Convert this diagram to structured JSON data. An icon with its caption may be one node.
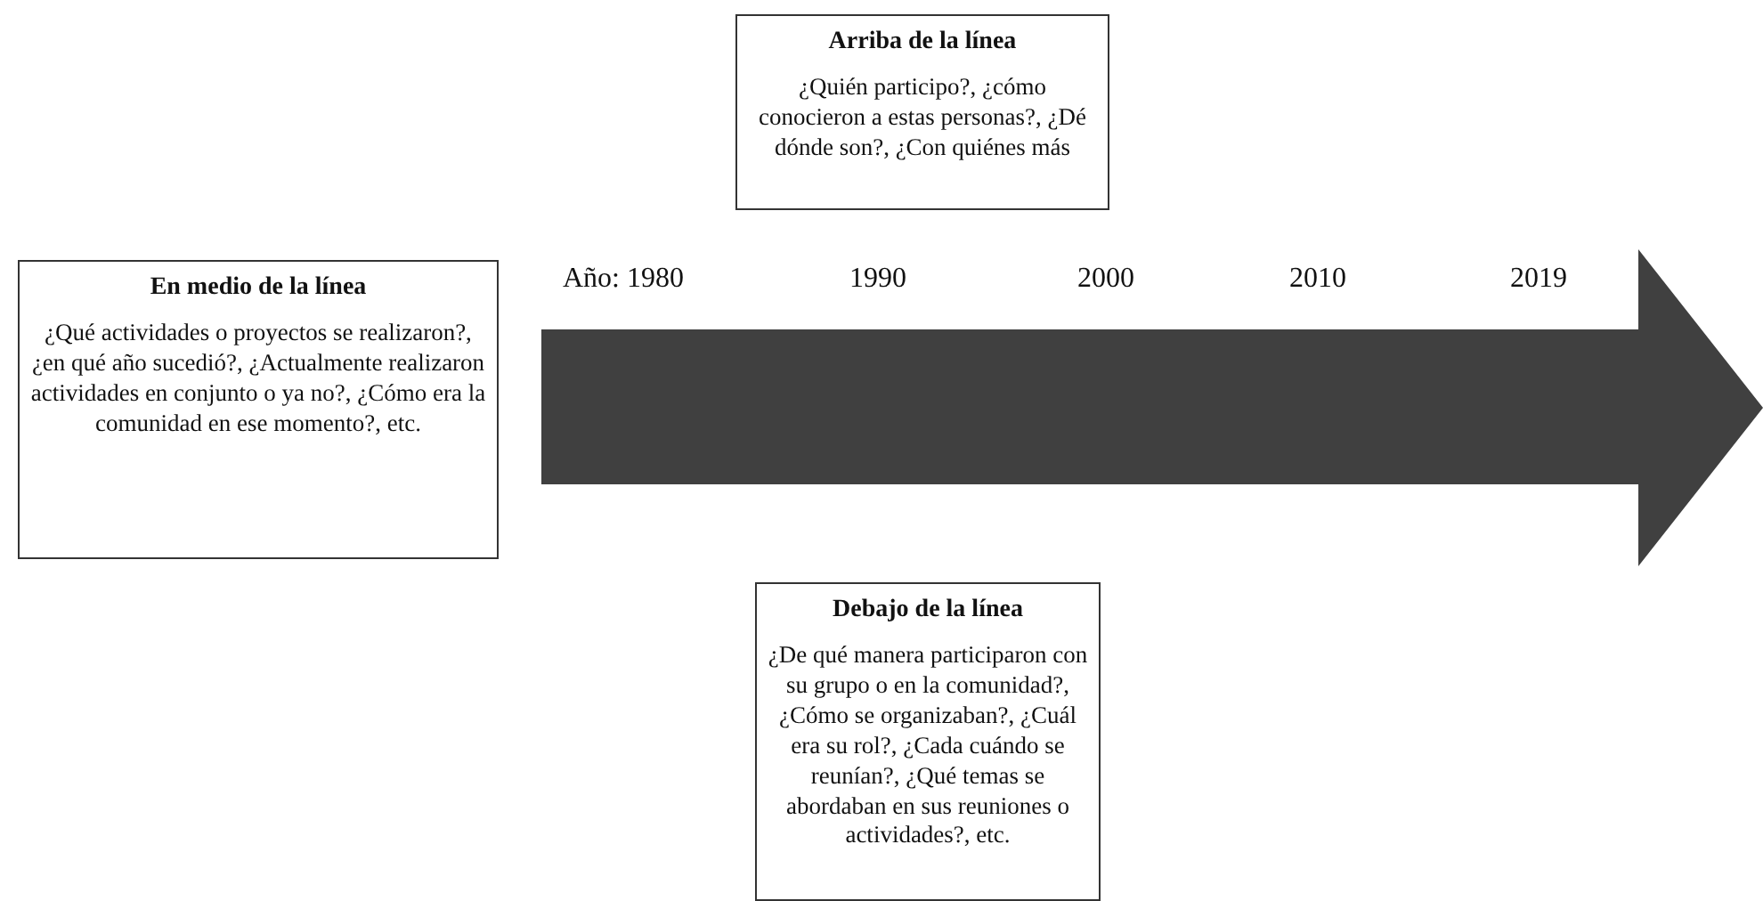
{
  "diagram": {
    "nodes": [
      {
        "text": [
          "Arriba de la línea",
          "¿Quién participo?, ¿cómo conocieron a estas personas?, ¿Dé dónde son?, ¿Con quiénes más"
        ]
      },
      {
        "text": [
          "En medio de la línea",
          "¿Qué actividades o proyectos se realizaron?, ¿en qué año sucedió?, ¿Actualmente realizaron actividades en conjunto o ya no?, ¿Cómo era la comunidad en ese momento?, etc."
        ]
      },
      {
        "text": [
          "Debajo de la línea",
          "¿De qué manera participaron con su grupo o en la comunidad?, ¿Cómo se organizaban?, ¿Cuál era su rol?, ¿Cada cuándo se reunían?, ¿Qué temas se abordaban en sus reuniones o actividades?, etc."
        ]
      }
    ],
    "edges": [],
    "labels": [
      "Año: 1980",
      "1990",
      "2000",
      "2010",
      "2019"
    ]
  }
}
